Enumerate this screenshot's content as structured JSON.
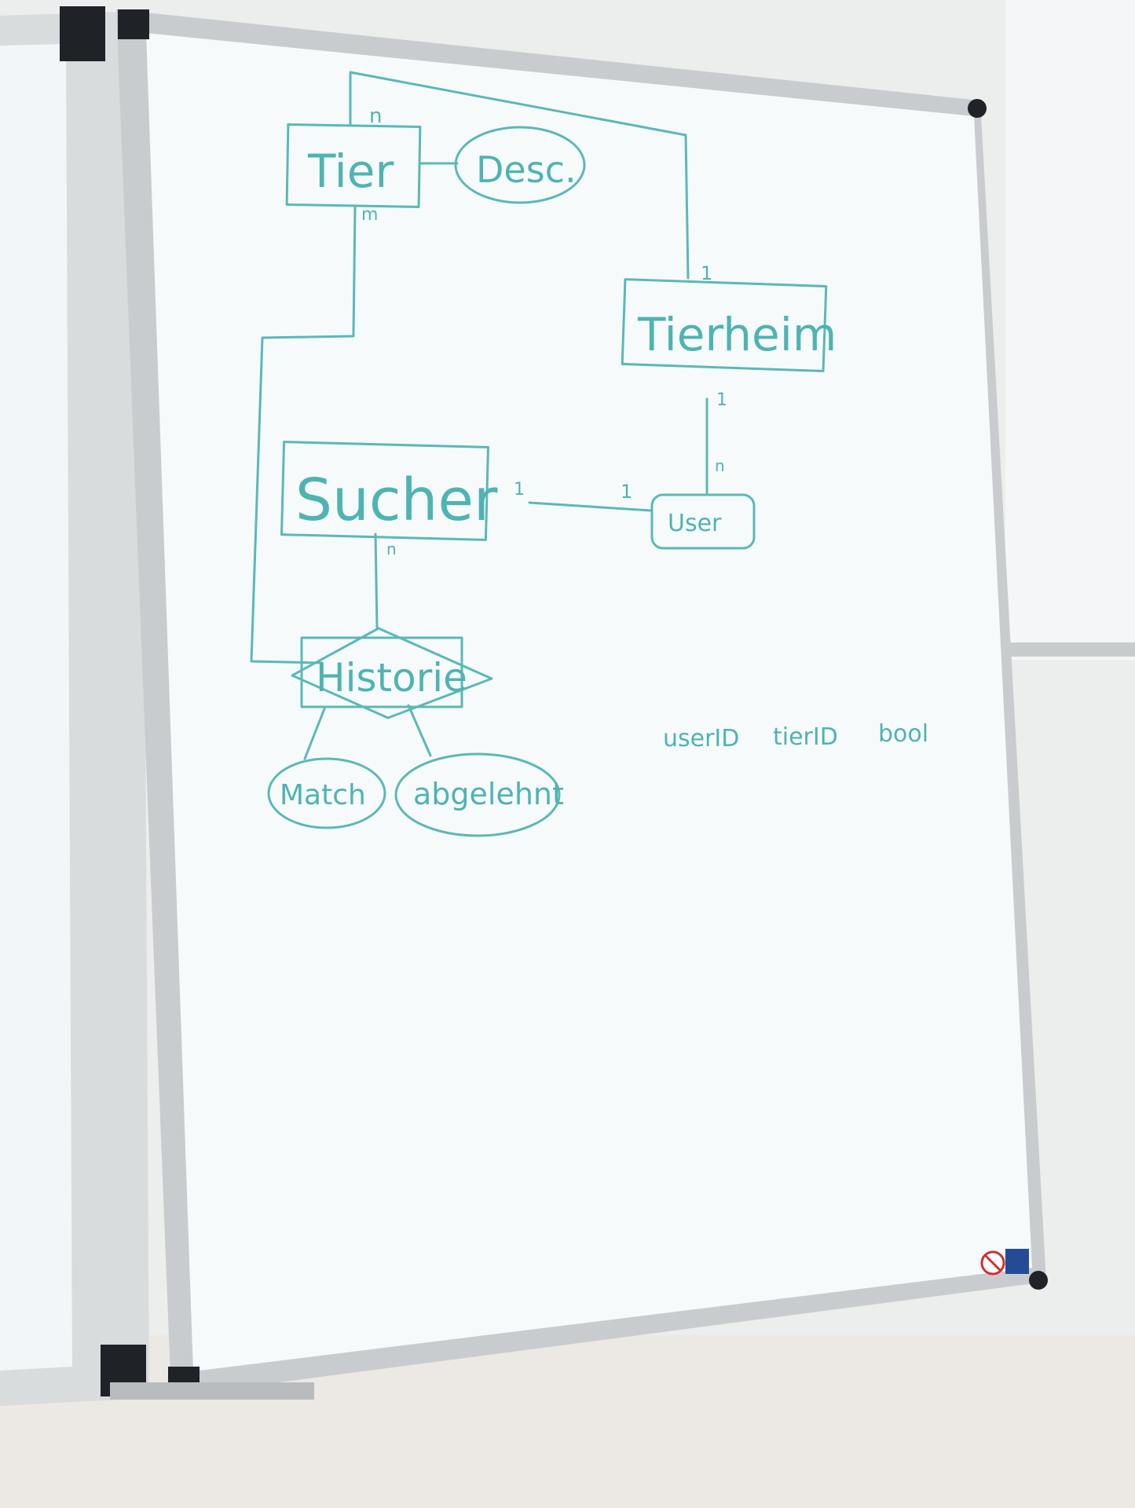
{
  "diagram": {
    "entities": {
      "tier": "Tier",
      "tierheim": "Tierheim",
      "sucher": "Sucher",
      "user": "User"
    },
    "relationship": "Historie",
    "attributes": {
      "desc": "Desc.",
      "match": "Match",
      "abgelehnt": "abgelehnt"
    },
    "cardinalities": {
      "tier_top": "n",
      "tier_bottom": "m",
      "tierheim_top": "1",
      "tierheim_bottom": "1",
      "user_top": "n",
      "sucher_right": "1",
      "user_left": "1",
      "sucher_bottom": "n"
    },
    "columns": [
      "userID",
      "tierID",
      "bool"
    ]
  },
  "colors": {
    "ink": "#4fb3b3",
    "board": "#f7fafb",
    "frame": "#c9ccce",
    "wall": "#eef0ee"
  }
}
